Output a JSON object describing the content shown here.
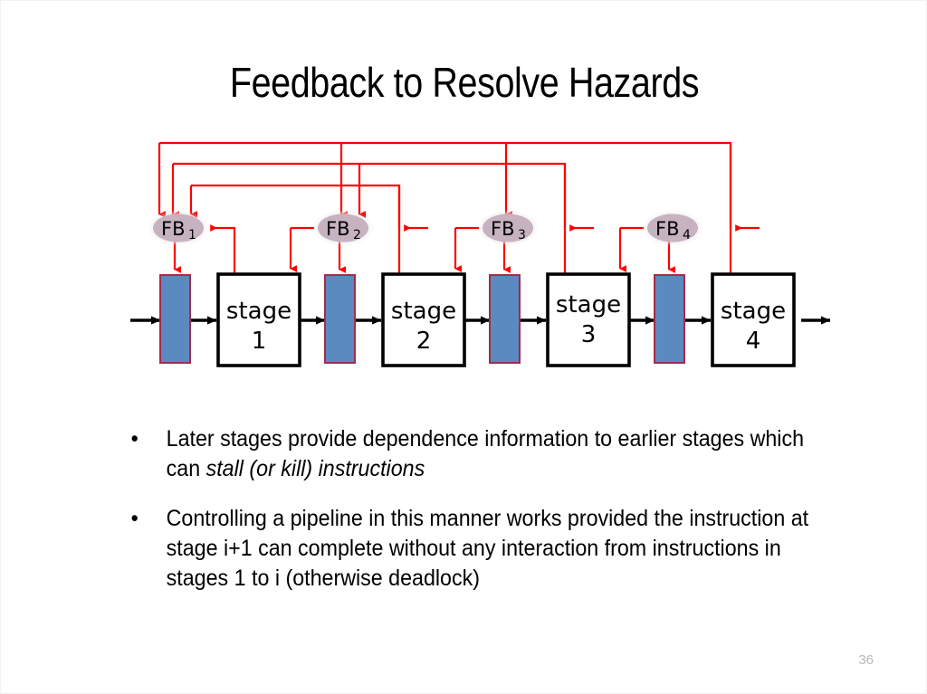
{
  "slide": {
    "title": "Feedback to Resolve Hazards",
    "page_number": "36"
  },
  "colors": {
    "feedback_line": "#FF0000",
    "latch_fill": "#5B8AC0",
    "latch_border": "#A02C4A",
    "fb_fill": "#C6B2C0",
    "fb_glow": "#EDE7EA",
    "stage_border": "#000000",
    "stage_fill": "#FFFFFF",
    "datapath_arrow": "#000000",
    "page_number_color": "#B8B8B8"
  },
  "diagram": {
    "name": "pipeline-feedback-diagram",
    "feedback_nodes": [
      {
        "label": "FB",
        "subscript": "1"
      },
      {
        "label": "FB",
        "subscript": "2"
      },
      {
        "label": "FB",
        "subscript": "3"
      },
      {
        "label": "FB",
        "subscript": "4"
      }
    ],
    "stages": [
      {
        "label": "stage",
        "number": "1"
      },
      {
        "label": "stage",
        "number": "2"
      },
      {
        "label": "stage",
        "number": "3"
      },
      {
        "label": "stage",
        "number": "4"
      }
    ],
    "latches": [
      {
        "name": "pipeline-latch-1"
      },
      {
        "name": "pipeline-latch-2"
      },
      {
        "name": "pipeline-latch-3"
      },
      {
        "name": "pipeline-latch-4"
      }
    ]
  },
  "bullets": [
    {
      "text_before_italic": "Later stages provide dependence information to earlier stages which can ",
      "italic_text": "stall (or kill) instructions",
      "text_after_italic": ""
    },
    {
      "text_before_italic": "Controlling a pipeline in this manner works provided the instruction at stage i+1 can complete without any interaction from instructions in stages 1 to i (otherwise deadlock)",
      "italic_text": "",
      "text_after_italic": ""
    }
  ]
}
